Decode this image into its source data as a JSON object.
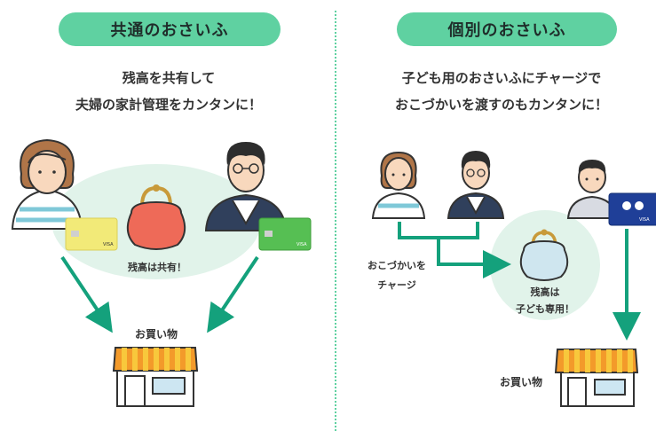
{
  "left": {
    "header": "共通のおさいふ",
    "desc_lines": [
      "残高を共有して",
      "夫婦の家計管理をカンタンに！"
    ],
    "wallet_label": "残高は共有！",
    "shop_label": "お買い物",
    "card_brand": "VISA"
  },
  "right": {
    "header": "個別のおさいふ",
    "desc_lines": [
      "子ども用のおさいふにチャージで",
      "おこづかいを渡すのもカンタンに！"
    ],
    "charge_label_lines": [
      "おこづかいを",
      "チャージ"
    ],
    "wallet_label_lines": [
      "残高は",
      "子ども専用！"
    ],
    "shop_label": "お買い物",
    "card_brand": "VISA"
  },
  "colors": {
    "accent": "#5fd1a1",
    "arrow": "#14a17c",
    "oval": "#e1f3ea",
    "purse_red": "#ee6a58",
    "purse_blue": "#cfe6ef",
    "card_yellow": "#f2ea78",
    "card_green": "#56bf53",
    "card_blue": "#1f3f98",
    "awning_orange": "#f39a2a",
    "awning_yellow": "#f8c83c"
  }
}
